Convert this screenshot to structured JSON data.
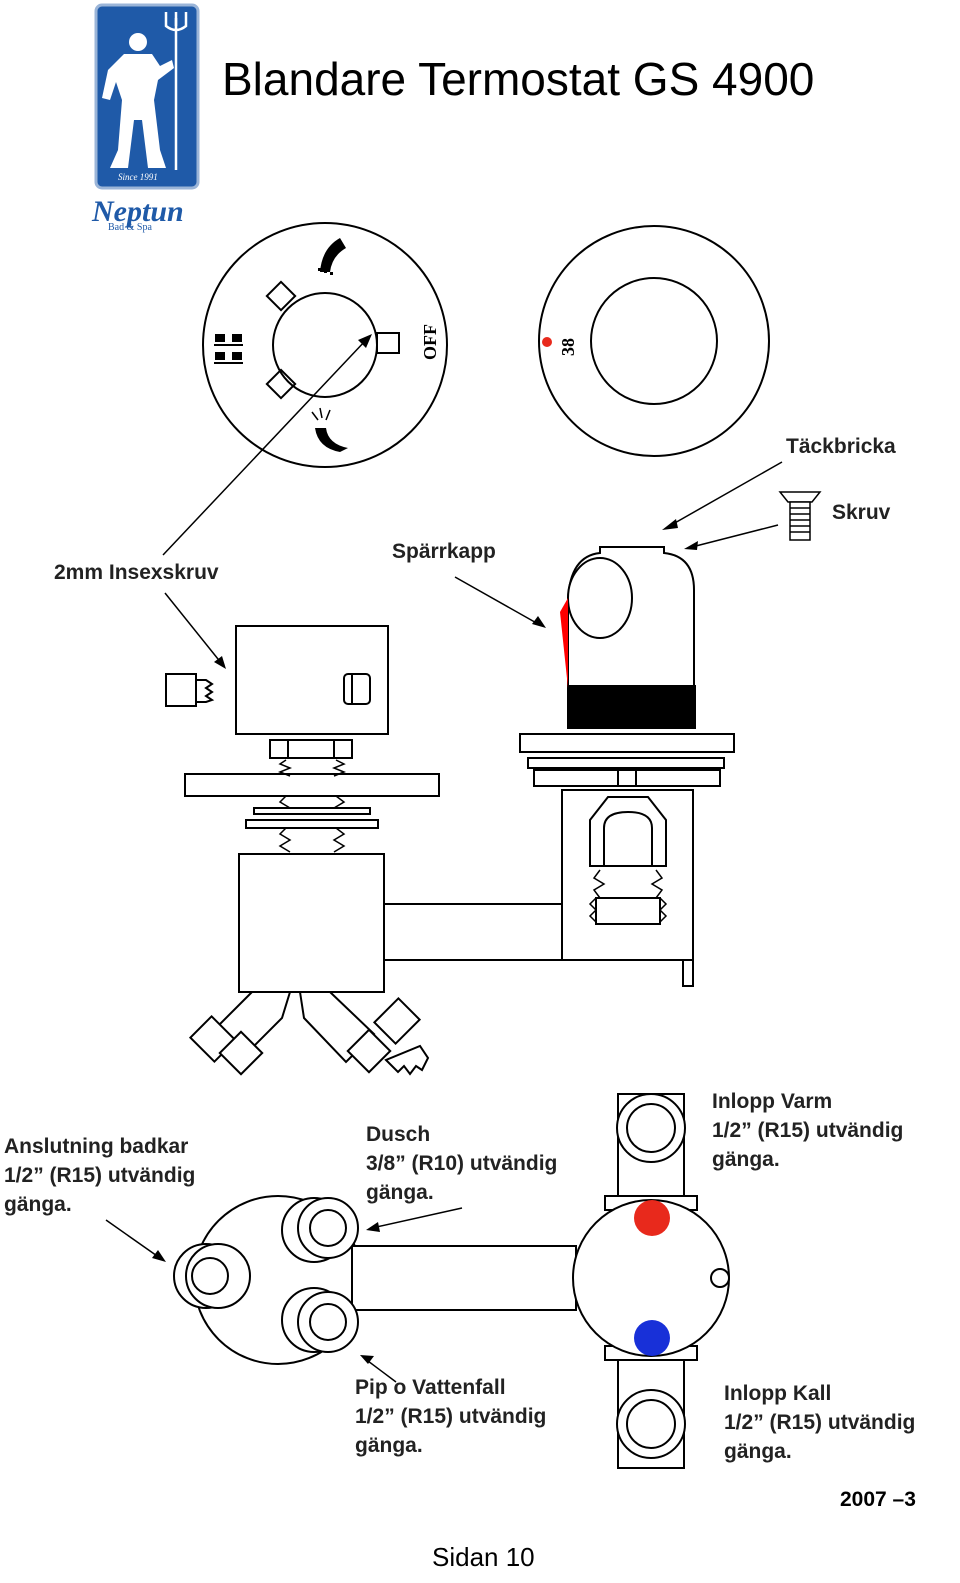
{
  "header": {
    "title": "Blandare Termostat GS 4900",
    "logo": {
      "brand": "Neptun",
      "subtitle": "Bad & Spa",
      "since": "Since 1991",
      "color": "#1f5aa8"
    }
  },
  "dial": {
    "off_label": "OFF",
    "temp_label": "38"
  },
  "labels": {
    "tackbricka": "Täckbricka",
    "skruv": "Skruv",
    "sparrkapp": "Spärrkapp",
    "insexskruv": "2mm Insexskruv",
    "badkar": [
      "Anslutning badkar",
      "1/2” (R15) utvändig",
      "gänga."
    ],
    "dusch": [
      "Dusch",
      "3/8” (R10) utvändig",
      "gänga."
    ],
    "inlopp_varm": [
      "Inlopp Varm",
      "1/2” (R15) utvändig",
      "gänga."
    ],
    "pip": [
      "Pip o Vattenfall",
      "1/2” (R15) utvändig",
      "gänga."
    ],
    "inlopp_kall": [
      "Inlopp Kall",
      "1/2” (R15) utvändig",
      "gänga."
    ]
  },
  "footer": {
    "date": "2007 –3",
    "page": "Sidan 10"
  },
  "colors": {
    "hot": "#e8291c",
    "cold": "#1830d8",
    "handle_band": "#000000",
    "handle_mark": "#ff0000"
  }
}
